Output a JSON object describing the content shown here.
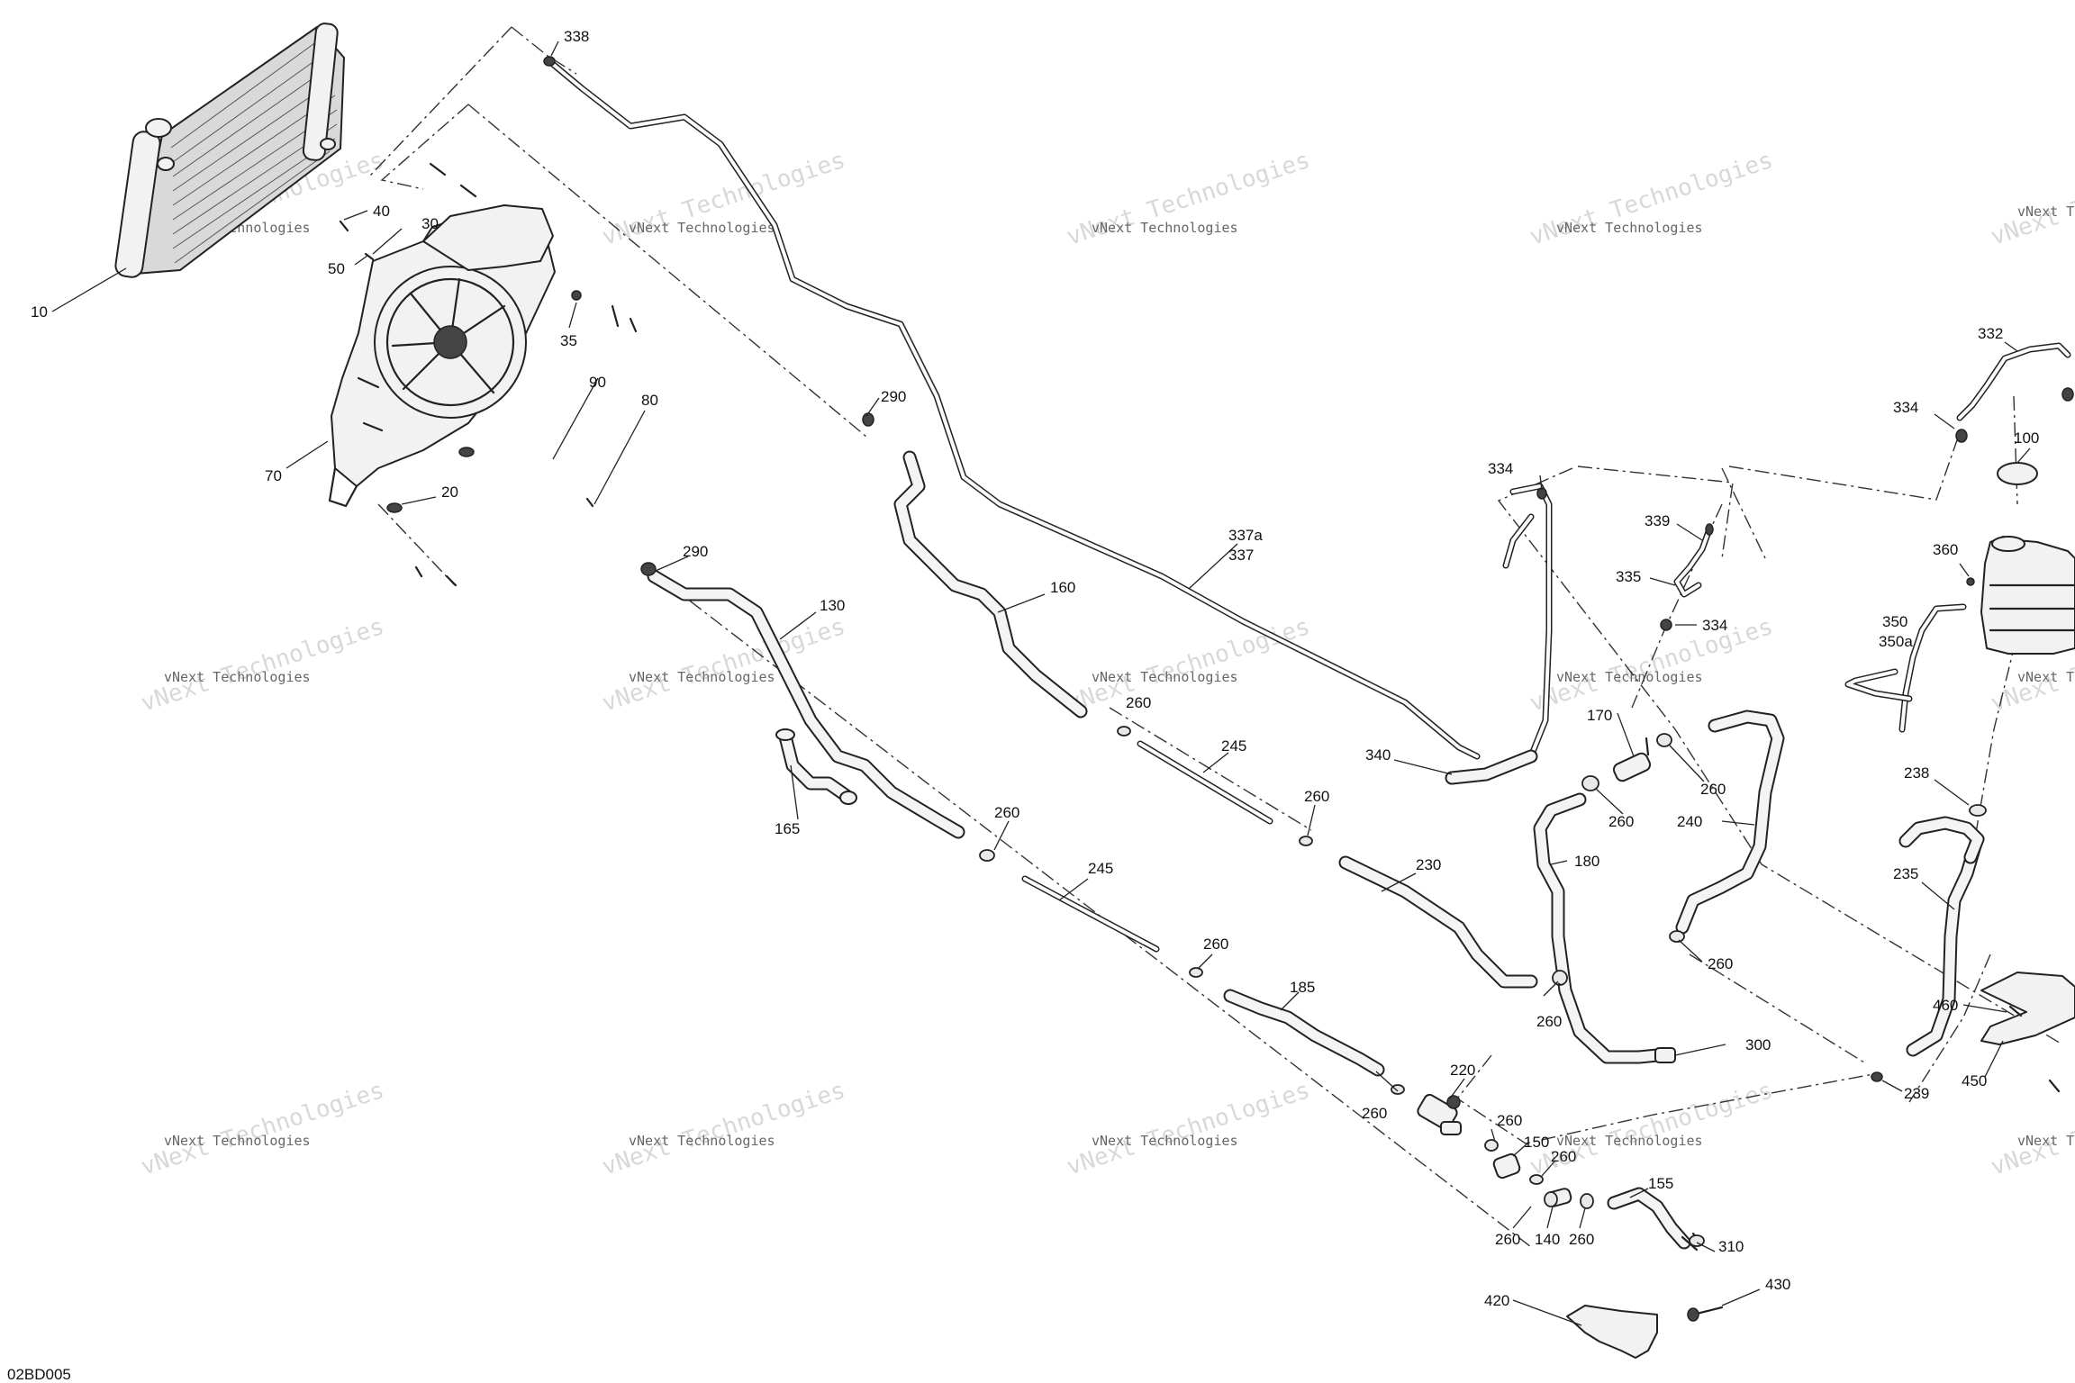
{
  "diagram_code": "02BD005",
  "watermark": {
    "line1": "vNext Technologies",
    "line2": "vNext Technologies"
  },
  "callouts": [
    "338",
    "10",
    "40",
    "30",
    "50",
    "35",
    "90",
    "80",
    "70",
    "20",
    "290",
    "290",
    "130",
    "160",
    "337a",
    "337",
    "334",
    "339",
    "335",
    "334",
    "332",
    "334",
    "100",
    "360",
    "350",
    "350a",
    "165",
    "260",
    "245",
    "260",
    "245",
    "260",
    "260",
    "230",
    "260",
    "185",
    "220",
    "260",
    "260",
    "150",
    "260",
    "155",
    "310",
    "260",
    "140",
    "260",
    "340",
    "170",
    "260",
    "260",
    "240",
    "260",
    "180",
    "300",
    "238",
    "235",
    "239",
    "460",
    "450",
    "420",
    "430"
  ]
}
